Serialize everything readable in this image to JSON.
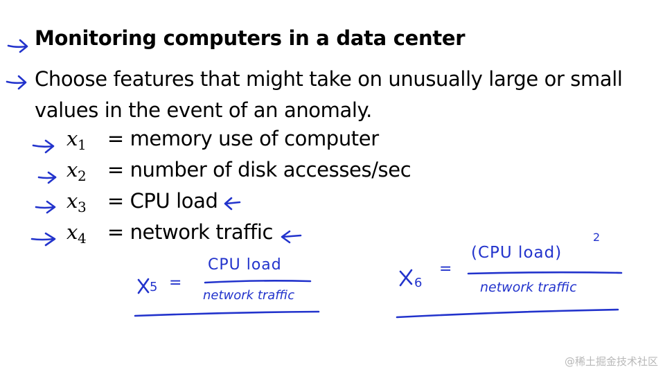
{
  "slide": {
    "heading": "Monitoring computers in a data center",
    "intro": "Choose features that might take on unusually large or small values in the event of an anomaly.",
    "features": [
      {
        "var": "x",
        "sub": "1",
        "eq": "=",
        "desc": "memory use of computer"
      },
      {
        "var": "x",
        "sub": "2",
        "eq": "=",
        "desc": "number of disk accesses/sec"
      },
      {
        "var": "x",
        "sub": "3",
        "eq": "=",
        "desc": "CPU load"
      },
      {
        "var": "x",
        "sub": "4",
        "eq": "=",
        "desc": "network traffic"
      }
    ]
  },
  "handwriting": {
    "x5": {
      "lhs": "x",
      "sub": "5",
      "eq": "=",
      "numerator": "CPU load",
      "denominator": "network traffic"
    },
    "x6": {
      "lhs": "x",
      "sub": "6",
      "eq": "=",
      "numerator": "(CPU load)",
      "exponent": "2",
      "denominator": "network traffic"
    },
    "ink_color": "#2233cc"
  },
  "watermark": "@稀土掘金技术社区"
}
